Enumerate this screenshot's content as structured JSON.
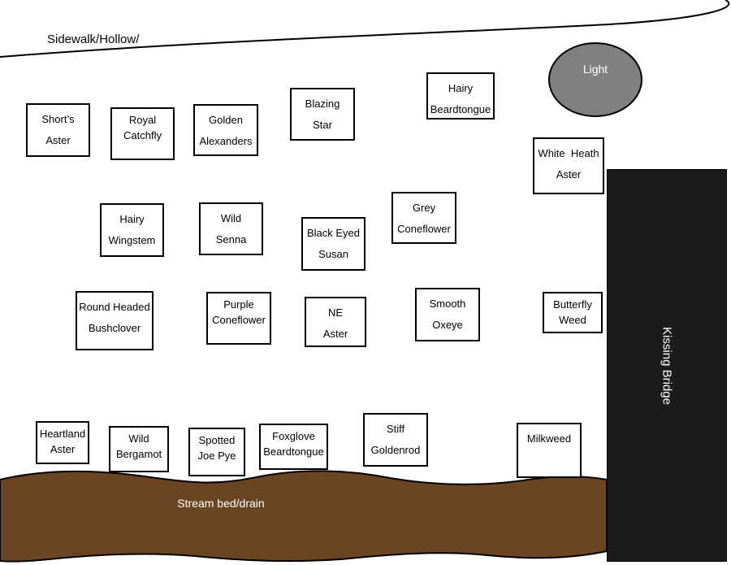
{
  "sidewalk_label": "Sidewalk/Hollow/",
  "light_label": "Light",
  "bridge_label": "Kissing Bridge",
  "stream_label": "Stream bed/drain",
  "colors": {
    "light": "#808080",
    "stream": "#6b4424",
    "bridge": "#1c1c1c"
  },
  "plants": {
    "shorts_aster": [
      "Short’s",
      "Aster"
    ],
    "royal_catchfly": [
      "Royal",
      "Catchfly"
    ],
    "golden_alexanders": [
      "Golden",
      "Alexanders"
    ],
    "blazing_star": [
      "Blazing",
      "Star"
    ],
    "hairy_beardtongue": [
      "Hairy",
      "Beardtongue"
    ],
    "white_heath_aster": [
      "White  Heath",
      "Aster"
    ],
    "hairy_wingstem": [
      "Hairy",
      "Wingstem"
    ],
    "wild_senna": [
      "Wild",
      "Senna"
    ],
    "black_eyed_susan": [
      "Black Eyed",
      "Susan"
    ],
    "grey_coneflower": [
      "Grey",
      "Coneflower"
    ],
    "round_headed_bushclover": [
      "Round Headed",
      "Bushclover"
    ],
    "purple_coneflower": [
      "Purple",
      "Coneflower"
    ],
    "ne_aster": [
      "NE",
      "Aster"
    ],
    "smooth_oxeye": [
      "Smooth",
      "Oxeye"
    ],
    "butterfly_weed": [
      "Butterfly",
      "Weed"
    ],
    "heartland_aster": [
      "Heartland",
      "Aster"
    ],
    "wild_bergamot": [
      "Wild",
      "Bergamot"
    ],
    "spotted_joe_pye": [
      "Spotted",
      "Joe Pye"
    ],
    "foxglove_beardtongue": [
      "Foxglove",
      "Beardtongue"
    ],
    "stiff_goldenrod": [
      "Stiff",
      "Goldenrod"
    ],
    "milkweed": [
      "Milkweed"
    ]
  }
}
